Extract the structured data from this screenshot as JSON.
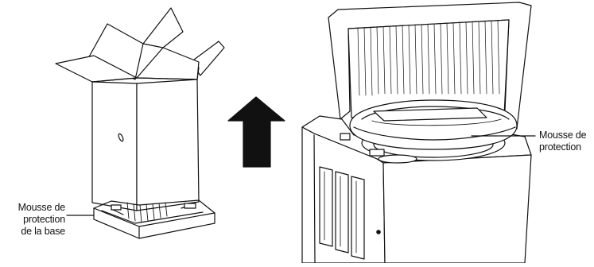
{
  "labels": {
    "base_foam": {
      "line1": "Mousse de",
      "line2": "protection",
      "line3": "de la base"
    },
    "tub_foam": {
      "line1": "Mousse de",
      "line2": "protection"
    }
  },
  "colors": {
    "ink": "#111111",
    "arrow": "#111111",
    "background": "#ffffff"
  },
  "icons": {
    "lift_arrow": "up-arrow"
  }
}
